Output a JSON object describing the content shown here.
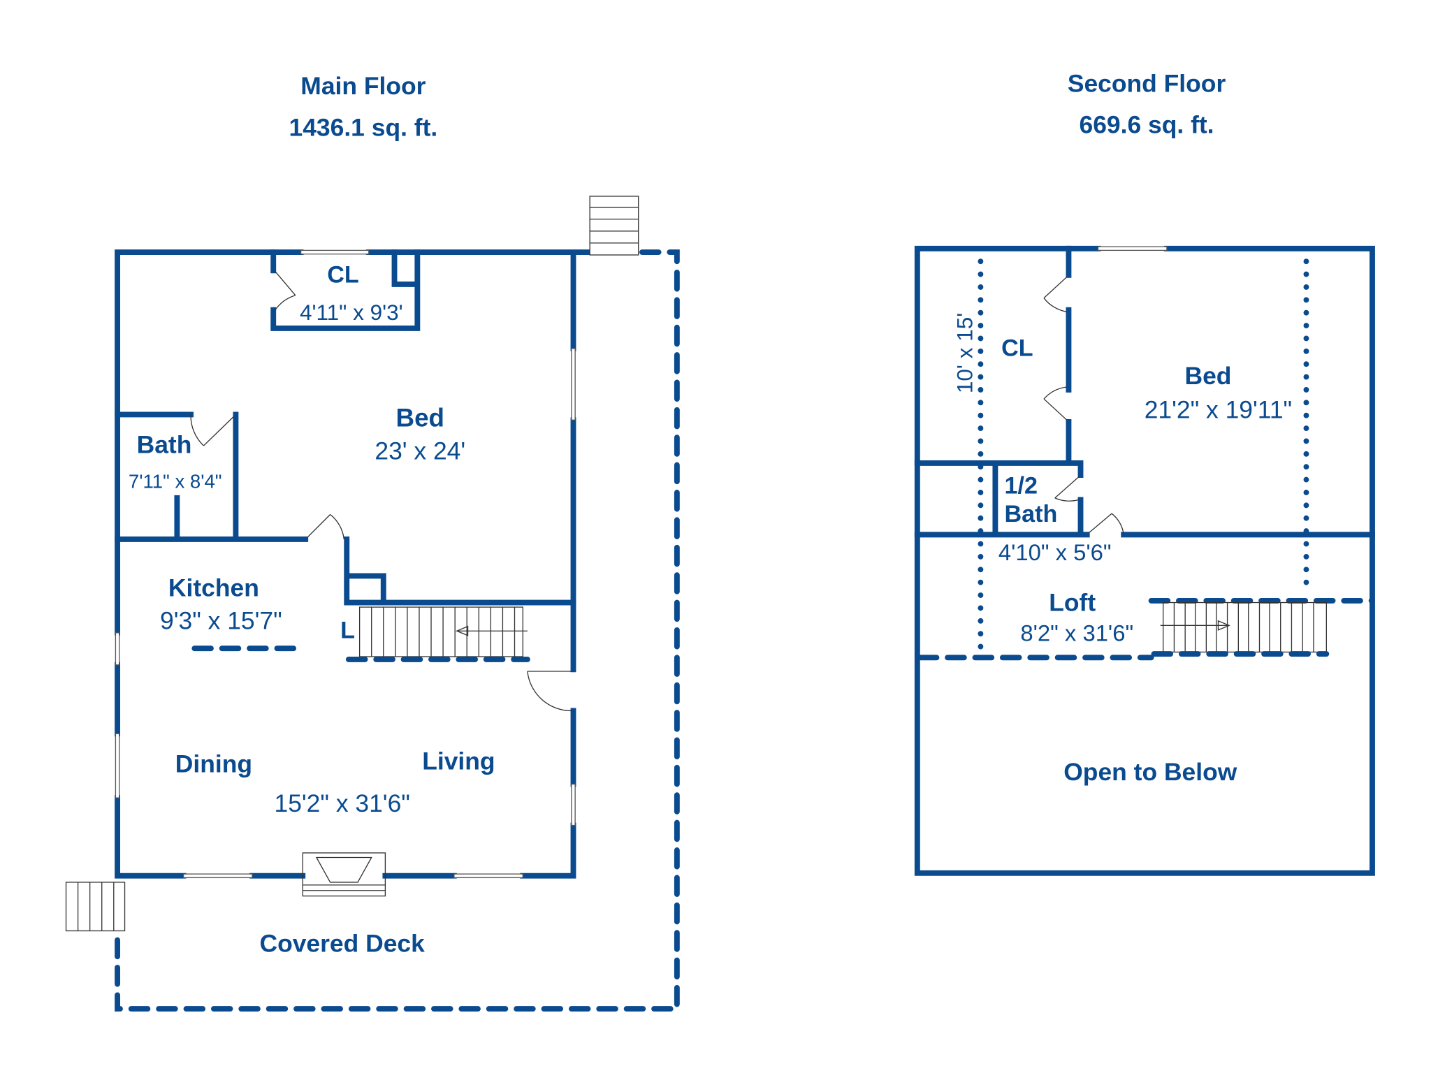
{
  "main_floor": {
    "title": "Main Floor",
    "area": "1436.1 sq. ft.",
    "rooms": {
      "closet": {
        "name": "CL",
        "size": "4'11\" x 9'3'"
      },
      "bed": {
        "name": "Bed",
        "size": "23' x 24'"
      },
      "bath": {
        "name": "Bath",
        "size": "7'11\" x 8'4\""
      },
      "kitchen": {
        "name": "Kitchen",
        "size": "9'3\" x 15'7\""
      },
      "landing": {
        "name": "L"
      },
      "dining": {
        "name": "Dining"
      },
      "living": {
        "name": "Living",
        "size": "15'2\" x 31'6\""
      },
      "deck": {
        "name": "Covered Deck"
      }
    }
  },
  "second_floor": {
    "title": "Second Floor",
    "area": "669.6 sq. ft.",
    "rooms": {
      "closet": {
        "name": "CL",
        "size": "10' x 15'"
      },
      "bed": {
        "name": "Bed",
        "size": "21'2\" x 19'11\""
      },
      "half_bath": {
        "name_line1": "1/2",
        "name_line2": "Bath",
        "size": "4'10\" x 5'6\""
      },
      "loft": {
        "name": "Loft",
        "size": "8'2\" x 31'6\""
      },
      "open": {
        "name": "Open to Below"
      }
    }
  },
  "colors": {
    "wall": "#0a4a8f"
  }
}
